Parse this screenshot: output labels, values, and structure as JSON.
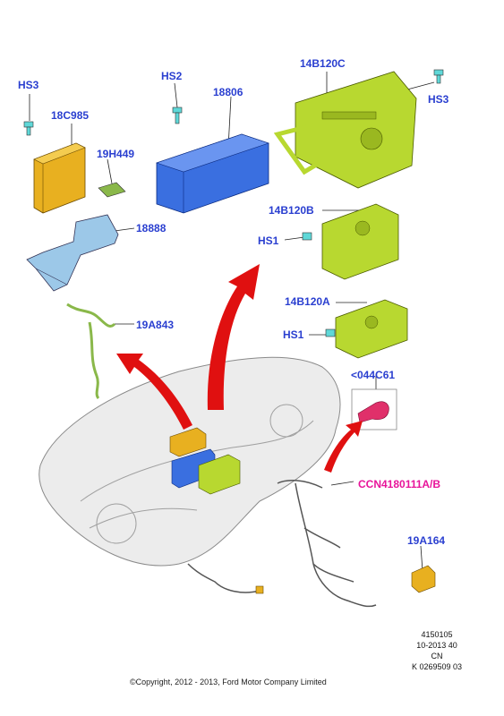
{
  "labels": {
    "hs3_left": "HS3",
    "c18c985": "18C985",
    "c19h449": "19H449",
    "c18888": "18888",
    "c19a843": "19A843",
    "hs2": "HS2",
    "c18806": "18806",
    "c14b120c": "14B120C",
    "hs3_right": "HS3",
    "c14b120b": "14B120B",
    "hs1_top": "HS1",
    "c14b120a": "14B120A",
    "hs1_bottom": "HS1",
    "c044c61": "<044C61",
    "ccn": "CCN4180111A/B",
    "c19a164": "19A164"
  },
  "meta": {
    "line1": "4150105",
    "line2": "10-2013 40",
    "line3": "CN",
    "line4": "K 0269509 03"
  },
  "copyright": "©Copyright, 2012 - 2013, Ford Motor Company Limited",
  "colors": {
    "label_blue": "#2a3fd0",
    "label_magenta": "#e8149a",
    "arrow_red": "#e01010",
    "part_yellow": "#e8b020",
    "part_blue": "#3a6fe0",
    "part_green": "#b8d830",
    "part_lightblue": "#9cc8e8",
    "part_pink": "#e0306a"
  }
}
